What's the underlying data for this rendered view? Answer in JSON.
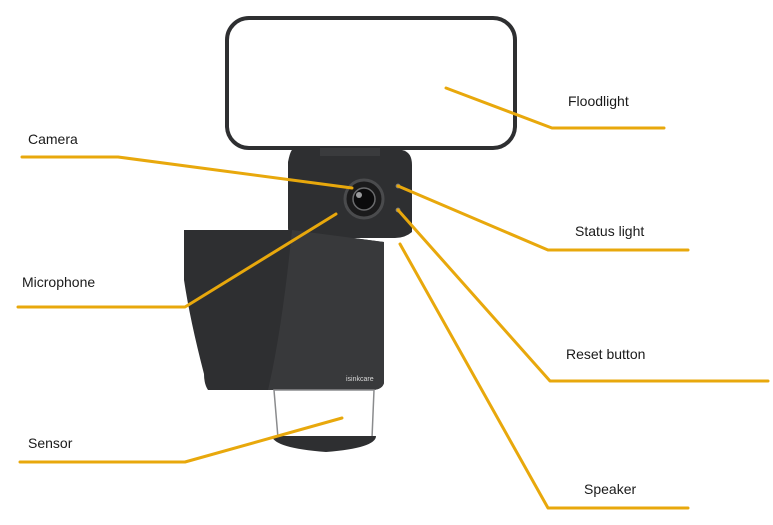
{
  "colors": {
    "leader_line": "#E8A80C",
    "device_body": "#2e2f31",
    "lens_housing": "#3a3b3d",
    "floodlight_panel": "#ffffff",
    "sensor_dome": "#ffffff"
  },
  "brand": "isinkcare",
  "callouts": [
    {
      "id": "floodlight",
      "label": "Floodlight"
    },
    {
      "id": "camera",
      "label": "Camera"
    },
    {
      "id": "status-light",
      "label": "Status light"
    },
    {
      "id": "microphone",
      "label": "Microphone"
    },
    {
      "id": "reset-button",
      "label": "Reset button"
    },
    {
      "id": "sensor",
      "label": "Sensor"
    },
    {
      "id": "speaker",
      "label": "Speaker"
    }
  ]
}
